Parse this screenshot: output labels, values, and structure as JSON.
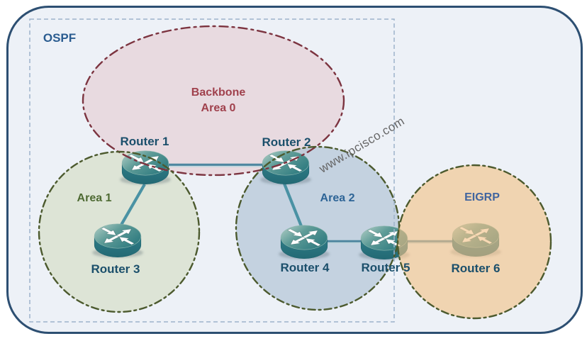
{
  "diagram": {
    "type": "network-topology",
    "watermark": "www.ipcisco.com",
    "background_color": "#edf1f7",
    "frame_border_color": "#2d4f72",
    "router_color": "#2e7a7e",
    "link_color": "#4a92a4",
    "ospf": {
      "label": "OSPF",
      "label_color": "#2a5c90",
      "border_color": "#9db3cb"
    },
    "backbone": {
      "line1": "Backbone",
      "line2": "Area 0",
      "label_color": "#a0414d",
      "fill": "#e8d9e0",
      "border_color": "#7c3440"
    },
    "area1": {
      "label": "Area 1",
      "label_color": "#4e6a33",
      "fill": "#dde4d6",
      "border_color": "#4c5a2e"
    },
    "area2": {
      "label": "Area 2",
      "label_color": "#2d6496",
      "fill": "#c4d1de",
      "border_color": "#4c5a2e"
    },
    "eigrp": {
      "label": "EIGRP",
      "label_color": "#41659f",
      "fill": "#f0d4b2",
      "border_color": "#4c5a2e"
    },
    "routers": [
      {
        "label": "Router 1",
        "location": "Backbone Area 0 / Area 1 boundary"
      },
      {
        "label": "Router 2",
        "location": "Backbone Area 0 / Area 2 boundary"
      },
      {
        "label": "Router 3",
        "location": "Area 1"
      },
      {
        "label": "Router 4",
        "location": "Area 2"
      },
      {
        "label": "Router 5",
        "location": "Area 2 / EIGRP boundary"
      },
      {
        "label": "Router 6",
        "location": "EIGRP"
      }
    ],
    "links": [
      {
        "from": "Router 1",
        "to": "Router 2"
      },
      {
        "from": "Router 1",
        "to": "Router 3"
      },
      {
        "from": "Router 2",
        "to": "Router 4"
      },
      {
        "from": "Router 4",
        "to": "Router 5"
      },
      {
        "from": "Router 5",
        "to": "Router 6"
      }
    ]
  }
}
